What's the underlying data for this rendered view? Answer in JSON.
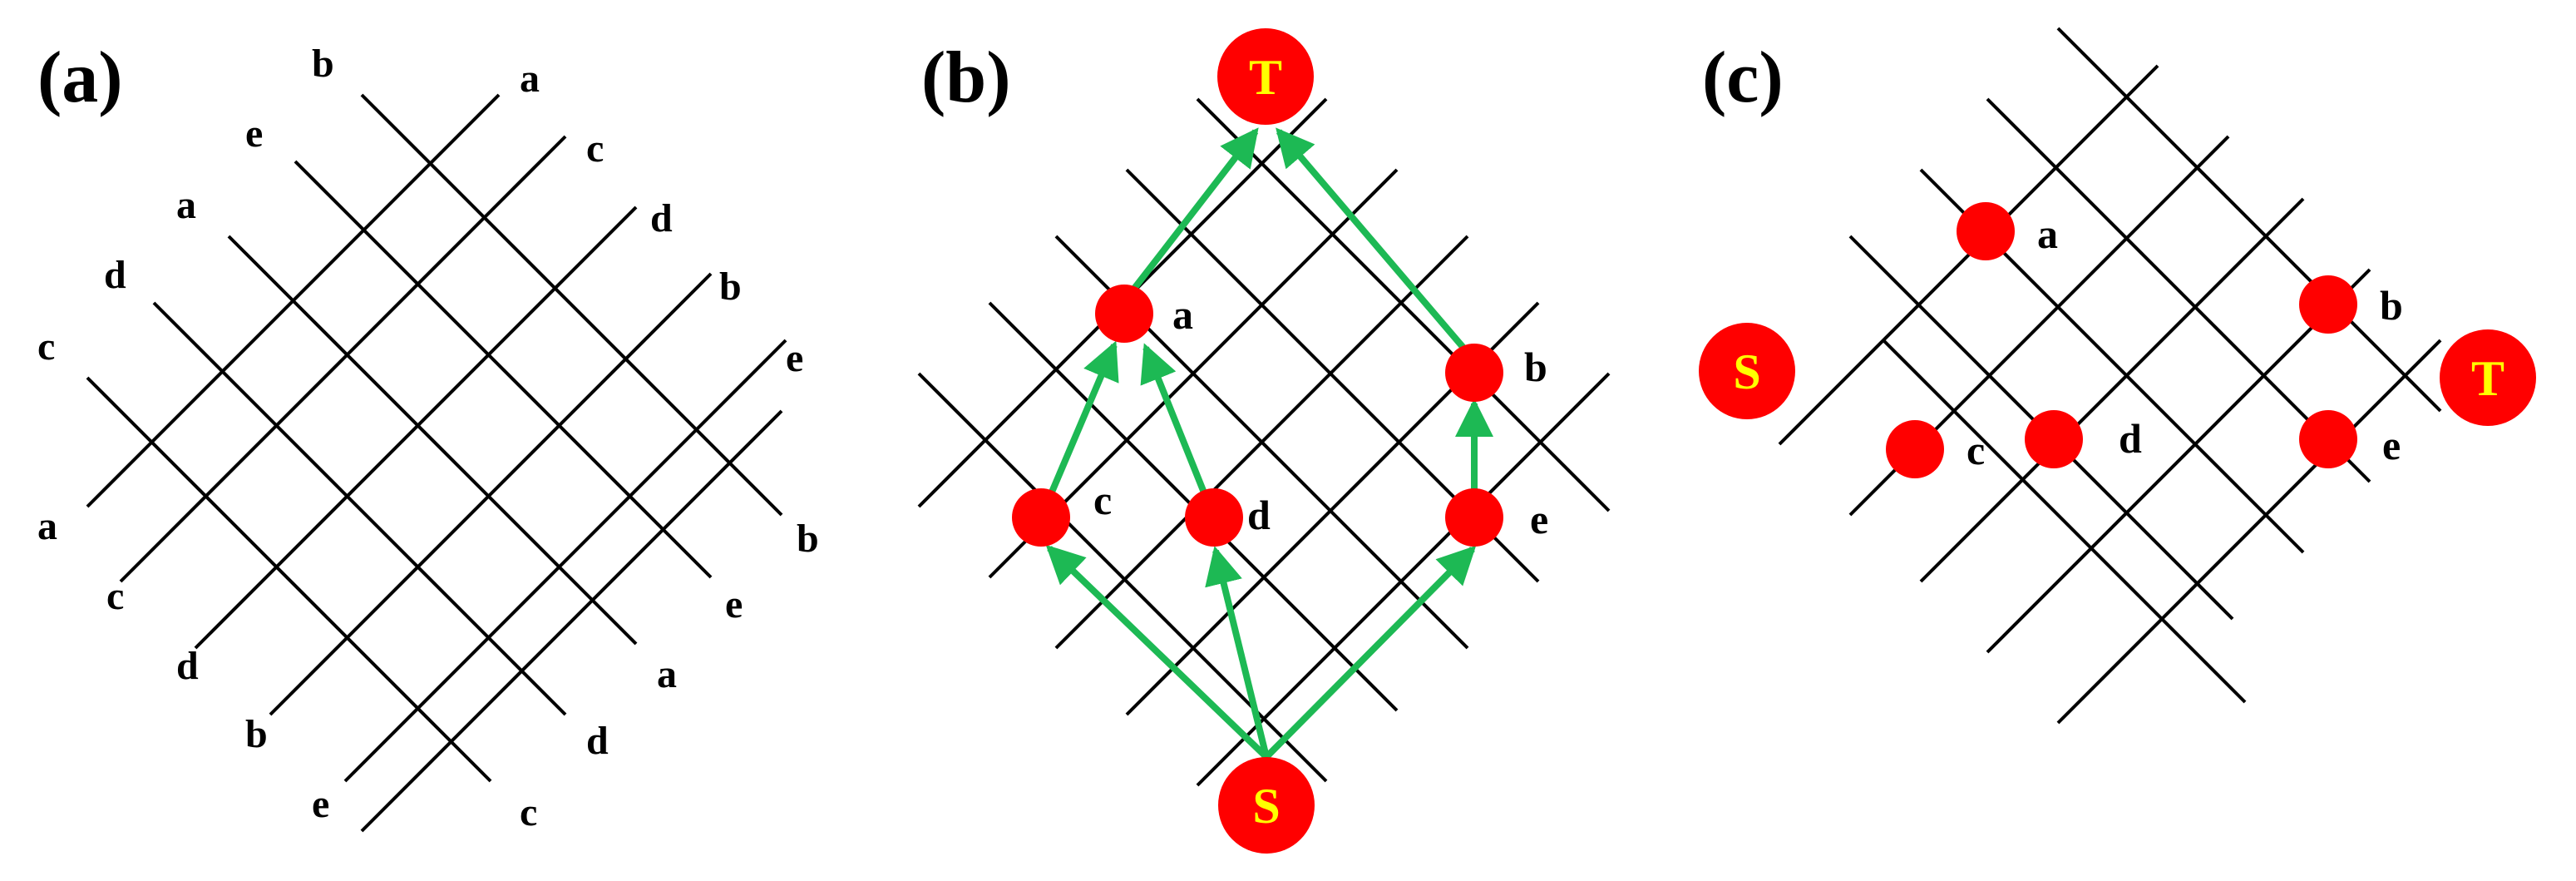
{
  "colors": {
    "lines": "#000000",
    "node_fill": "#ff0000",
    "terminal_text": "#ffff00",
    "arrow": "#1db954"
  },
  "panels": [
    {
      "label": "(a)",
      "line_end_labels": {
        "top_right": [
          "a",
          "c",
          "d",
          "b",
          "e",
          "b"
        ],
        "top_left": [
          "b",
          "e",
          "a",
          "d",
          "c",
          "a"
        ],
        "bottom_left": [
          "c",
          "d",
          "b",
          "e"
        ],
        "bottom_right": [
          "e",
          "a",
          "d",
          "c"
        ]
      }
    },
    {
      "label": "(b)",
      "terminal_top": "T",
      "terminal_bottom": "S",
      "nodes": [
        "a",
        "b",
        "c",
        "d",
        "e"
      ],
      "arrows": [
        [
          "S",
          "c"
        ],
        [
          "S",
          "d"
        ],
        [
          "S",
          "e"
        ],
        [
          "c",
          "a"
        ],
        [
          "d",
          "a"
        ],
        [
          "e",
          "b"
        ],
        [
          "a",
          "T"
        ],
        [
          "b",
          "T"
        ]
      ]
    },
    {
      "label": "(c)",
      "terminal_left": "S",
      "terminal_right": "T",
      "nodes": [
        "a",
        "b",
        "c",
        "d",
        "e"
      ]
    }
  ]
}
